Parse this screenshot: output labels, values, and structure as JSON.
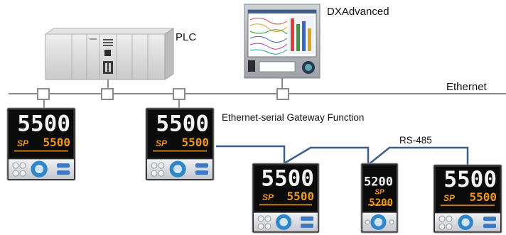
{
  "labels": {
    "dxadvanced": "DXAdvanced",
    "plc": "PLC",
    "ethernet": "Ethernet",
    "gateway": "Ethernet-serial Gateway Function",
    "rs485": "RS-485"
  },
  "controllers": [
    {
      "pv": "5500",
      "sp": "5500"
    },
    {
      "pv": "5500",
      "sp": "5500"
    },
    {
      "pv": "5500",
      "sp": "5500"
    },
    {
      "pv": "5200",
      "sp": "5200"
    },
    {
      "pv": "5500",
      "sp": "5500"
    }
  ],
  "colors": {
    "bus_line": "#8a8a8a",
    "rs485_line": "#3e5f8a",
    "display_bg": "#0b0b0b",
    "digit_white": "#f4f4f4",
    "digit_orange": "#f0961e",
    "panel_face": "#d9dbe0",
    "dial_blue": "#2f86c8"
  }
}
